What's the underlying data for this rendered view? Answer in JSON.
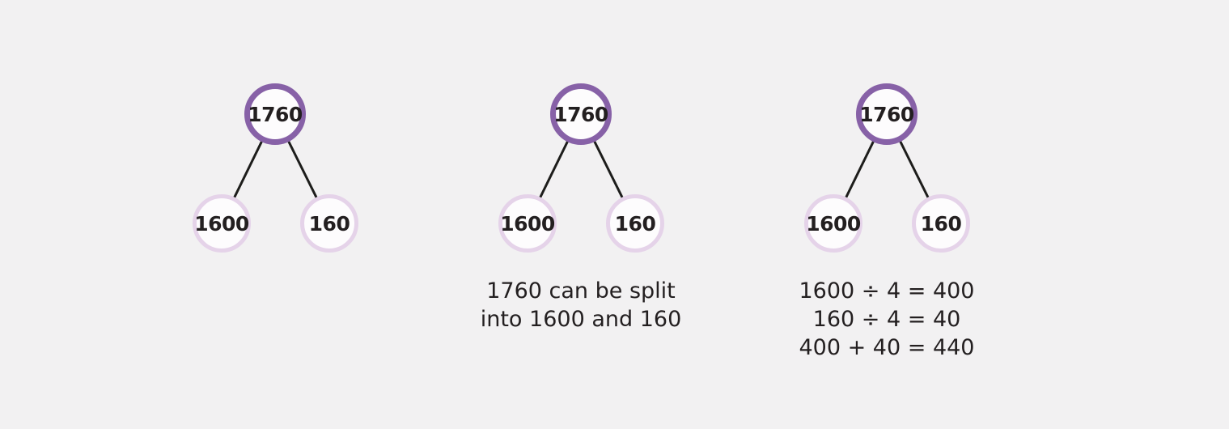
{
  "page": {
    "background_color": "#f2f1f2",
    "description": "Three part-whole number bond diagrams showing 1760 split into 1600 and 160"
  },
  "colors": {
    "whole_circle_border": "#8761a7",
    "part_circle_border": "#e5d3e9",
    "circle_fill": "#fdfcfd",
    "branch_line": "#1d1d1b",
    "text": "#231f20"
  },
  "diagrams": [
    {
      "whole": "1760",
      "part_left": "1600",
      "part_right": "160",
      "caption_lines": []
    },
    {
      "whole": "1760",
      "part_left": "1600",
      "part_right": "160",
      "caption_lines": [
        "1760 can be split",
        "into 1600 and 160"
      ]
    },
    {
      "whole": "1760",
      "part_left": "1600",
      "part_right": "160",
      "caption_lines": [
        "1600 ÷ 4 = 400",
        "160 ÷ 4 = 40",
        "400 + 40 = 440"
      ]
    }
  ]
}
